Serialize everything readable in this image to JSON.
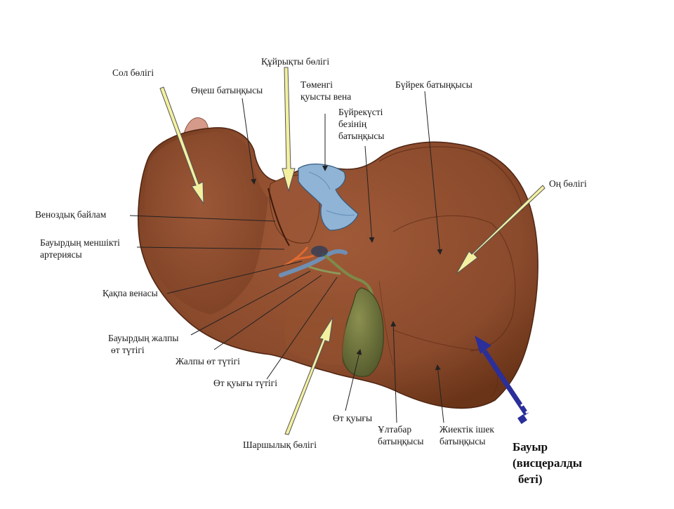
{
  "labels": {
    "sol": "Сол бөлігі",
    "ongesh": "Өңеш батыңқысы",
    "kuiryk": "Құйрықты бөлігі",
    "tomengi_1": "Төменгі",
    "tomengi_2": "қуысты вена",
    "buirek": "Бүйрек батыңқысы",
    "buirekusti_1": "Бүйрекүсті",
    "buirekusti_2": "безінің",
    "buirekusti_3": "батыңқысы",
    "on": "Оң бөлігі",
    "venozdyk": "Веноздық байлам",
    "arteria_1": "Бауырдың меншікті",
    "arteria_2": "артериясы",
    "kakpa": "Қақпа венасы",
    "zhalpy_tuti_1": "Бауырдың жалпы",
    "zhalpy_tuti_2": "өт түтігі",
    "zhalpy_ot": "Жалпы өт түтігі",
    "ot_kuyy_tuti": "Өт қуығы түтігі",
    "ot_kuyy": "Өт қуығы",
    "ultabar_1": "Ұлтабар",
    "ultabar_2": "батыңқысы",
    "zhinek_1": "Жиектік ішек",
    "zhinek_2": "батыңқысы",
    "sharshy": "Шаршылық бөлігі"
  },
  "title": {
    "line1": "Бауыр",
    "line2": "(висцералды",
    "line3": "беті)"
  },
  "colors": {
    "liver": "#8a4a2c",
    "liver_dark": "#5e2e18",
    "vein": "#8fb4d6",
    "gallbladder": "#6b7040",
    "pointer_yellow": "#f3f0a0",
    "pointer_blue": "#2a2f9a"
  }
}
